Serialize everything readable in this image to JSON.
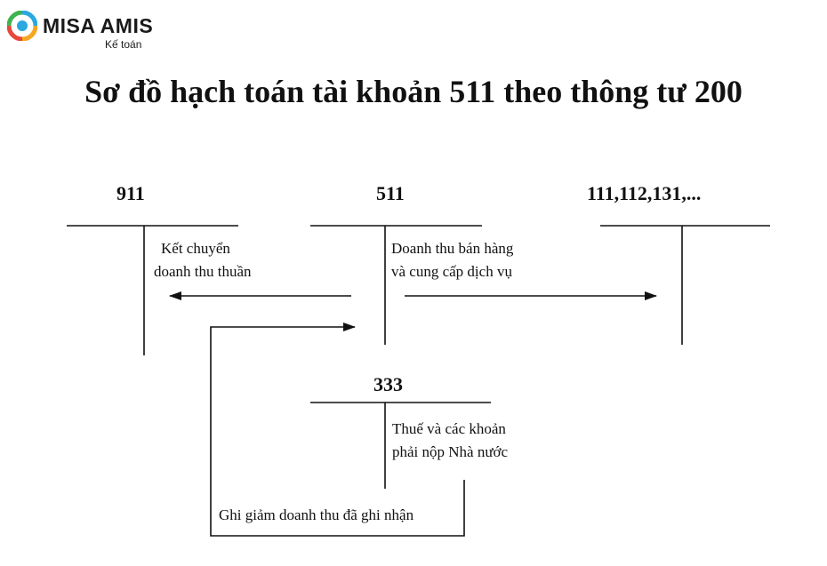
{
  "logo": {
    "brand": "MISA AMIS",
    "subtitle": "Kế toán",
    "icon": "misa-amis-logo-icon"
  },
  "title": "Sơ đồ hạch toán tài khoản 511 theo thông tư 200",
  "accounts": {
    "a911": "911",
    "a511": "511",
    "a111": "111,112,131,...",
    "a333": "333"
  },
  "notes": {
    "ket_chuyen_1": "Kết chuyển",
    "ket_chuyen_2": "doanh thu thuần",
    "doanh_thu_1": "Doanh thu bán hàng",
    "doanh_thu_2": "và cung cấp dịch vụ",
    "thue_1": "Thuế và các khoản",
    "thue_2": "phải nộp Nhà nước",
    "ghi_giam": "Ghi giảm doanh thu đã ghi nhận"
  }
}
